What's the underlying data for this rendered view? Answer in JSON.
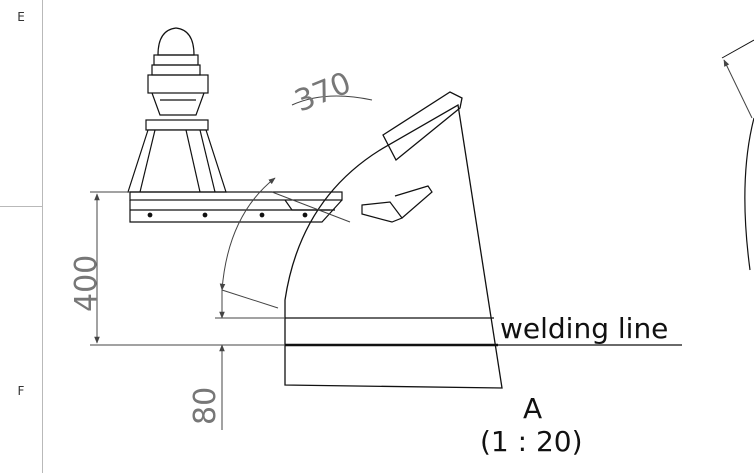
{
  "frame": {
    "zone_upper": "E",
    "zone_lower": "F"
  },
  "dimensions": {
    "arc_length": "370",
    "height_main": "400",
    "height_lower": "80"
  },
  "labels": {
    "welding_line": "welding line",
    "view_letter": "A",
    "view_scale": "(1 : 20)"
  }
}
